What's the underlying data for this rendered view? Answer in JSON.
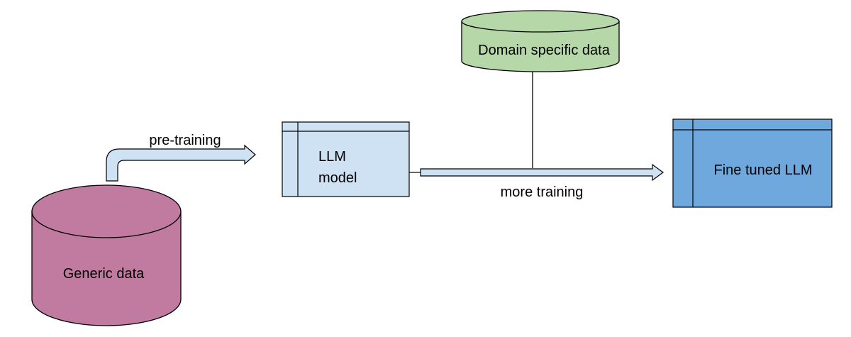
{
  "nodes": {
    "generic_data": {
      "label": "Generic data",
      "color": "#c27ba0"
    },
    "domain_data": {
      "label": "Domain specific data",
      "color": "#b6d7a8"
    },
    "llm_model": {
      "line1": "LLM",
      "line2": "model",
      "color": "#cfe2f3"
    },
    "fine_tuned": {
      "label": "Fine tuned LLM",
      "color": "#6fa8dc"
    }
  },
  "edges": {
    "pretraining": {
      "label": "pre-training",
      "color": "#cfe2f3"
    },
    "more_training": {
      "label": "more training",
      "color": "#cfe2f3"
    }
  },
  "stroke_color": "#000000"
}
